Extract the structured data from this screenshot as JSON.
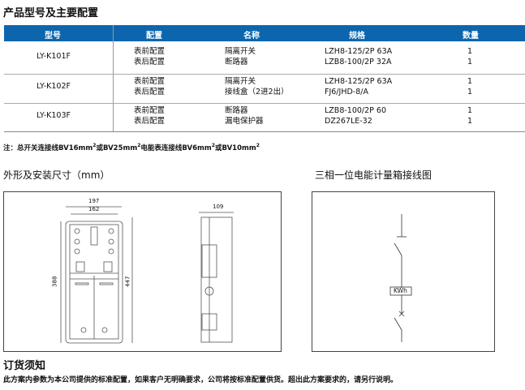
{
  "title": "产品型号及主要配置",
  "table": {
    "headers": [
      "型号",
      "配置",
      "名称",
      "规格",
      "数量"
    ],
    "rows": [
      {
        "model": "LY-K101F",
        "items": [
          {
            "config": "表前配置",
            "name": "隔离开关",
            "spec": "LZH8-125/2P 63A",
            "qty": "1"
          },
          {
            "config": "表后配置",
            "name": "断路器",
            "spec": "LZB8-100/2P 32A",
            "qty": "1"
          }
        ]
      },
      {
        "model": "LY-K102F",
        "items": [
          {
            "config": "表前配置",
            "name": "隔离开关",
            "spec": "LZH8-125/2P 63A",
            "qty": "1"
          },
          {
            "config": "表后配置",
            "name": "接线盒（2进2出）",
            "spec": "FJ6/JHD-8/A",
            "qty": "1"
          }
        ]
      },
      {
        "model": "LY-K103F",
        "items": [
          {
            "config": "表前配置",
            "name": "断路器",
            "spec": "LZB8-100/2P 60",
            "qty": "1"
          },
          {
            "config": "表后配置",
            "name": "漏电保护器",
            "spec": "DZ267LE-32",
            "qty": "1"
          }
        ]
      }
    ]
  },
  "note": {
    "a": "注：总开关连接线BV16mm",
    "b": "或BV25mm",
    "c": "电能表连接线BV6mm",
    "d": "或BV10mm",
    "sup": "2"
  },
  "dimensions": {
    "title": "外形及安装尺寸（mm）",
    "w1": "197",
    "w2": "162",
    "h1": "388",
    "h2": "447",
    "depth": "109"
  },
  "wiring": {
    "title": "三相一位电能计量箱接线图",
    "meter": "KWh"
  },
  "order": {
    "title": "订货须知",
    "text": "此方案内参数为本公司提供的标准配置，如果客户无明确要求，公司将按标准配置供货。超出此方案要求的，请另行说明。"
  }
}
